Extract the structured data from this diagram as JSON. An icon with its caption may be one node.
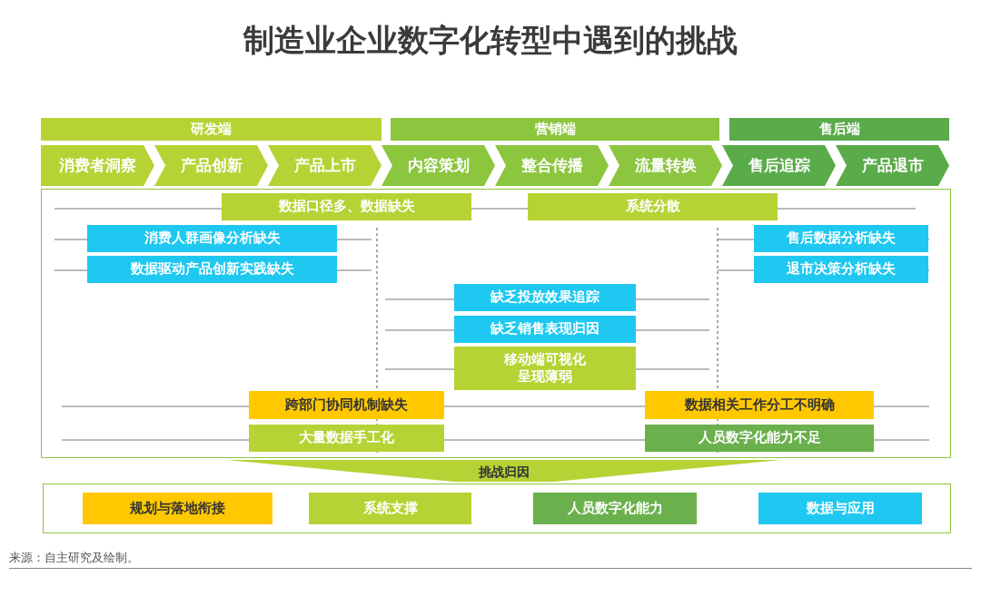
{
  "diagram": {
    "title": "制造业企业数字化转型中遇到的挑战",
    "nodes": [
      {
        "text": [
          "研发端"
        ]
      },
      {
        "text": [
          "营销端"
        ]
      },
      {
        "text": [
          "售后端"
        ]
      },
      {
        "text": [
          "消费者洞察"
        ]
      },
      {
        "text": [
          "产品创新"
        ]
      },
      {
        "text": [
          "产品上市"
        ]
      },
      {
        "text": [
          "内容策划"
        ]
      },
      {
        "text": [
          "整合传播"
        ]
      },
      {
        "text": [
          "流量转换"
        ]
      },
      {
        "text": [
          "售后追踪"
        ]
      },
      {
        "text": [
          "产品退市"
        ]
      },
      {
        "text": [],
        "shape": "box"
      },
      {
        "text": [
          "数据口径多、数据缺失"
        ],
        "in": 11
      },
      {
        "text": [
          "系统分散"
        ],
        "in": 11
      },
      {
        "text": [
          "消费人群画像分析缺失"
        ],
        "in": 11
      },
      {
        "text": [
          "数据驱动产品创新实践缺失"
        ],
        "in": 11
      },
      {
        "text": [
          "售后数据分析缺失"
        ],
        "in": 11
      },
      {
        "text": [
          "退市决策分析缺失"
        ],
        "in": 11
      },
      {
        "text": [
          "缺乏投放效果追踪"
        ],
        "in": 11
      },
      {
        "text": [
          "缺乏销售表现归因"
        ],
        "in": 11
      },
      {
        "text": [
          "移动端可视化呈现薄弱"
        ],
        "in": 11
      },
      {
        "text": [
          "跨部门协同机制缺失"
        ],
        "in": 11
      },
      {
        "text": [
          "数据相关工作分工不明确"
        ],
        "in": 11
      },
      {
        "text": [
          "大量数据手工化"
        ],
        "in": 11
      },
      {
        "text": [
          "人员数字化能力不足"
        ],
        "in": 11
      },
      {
        "text": [
          "挑战归因"
        ]
      },
      {
        "text": [],
        "shape": "box"
      },
      {
        "text": [
          "规划与落地衔接"
        ],
        "in": 26
      },
      {
        "text": [
          "系统支撑"
        ],
        "in": 26
      },
      {
        "text": [
          "人员数字化能力"
        ],
        "in": 26
      },
      {
        "text": [
          "数据与应用"
        ],
        "in": 26
      }
    ],
    "labels": [
      "来源：自主研究及绘制。"
    ]
  }
}
